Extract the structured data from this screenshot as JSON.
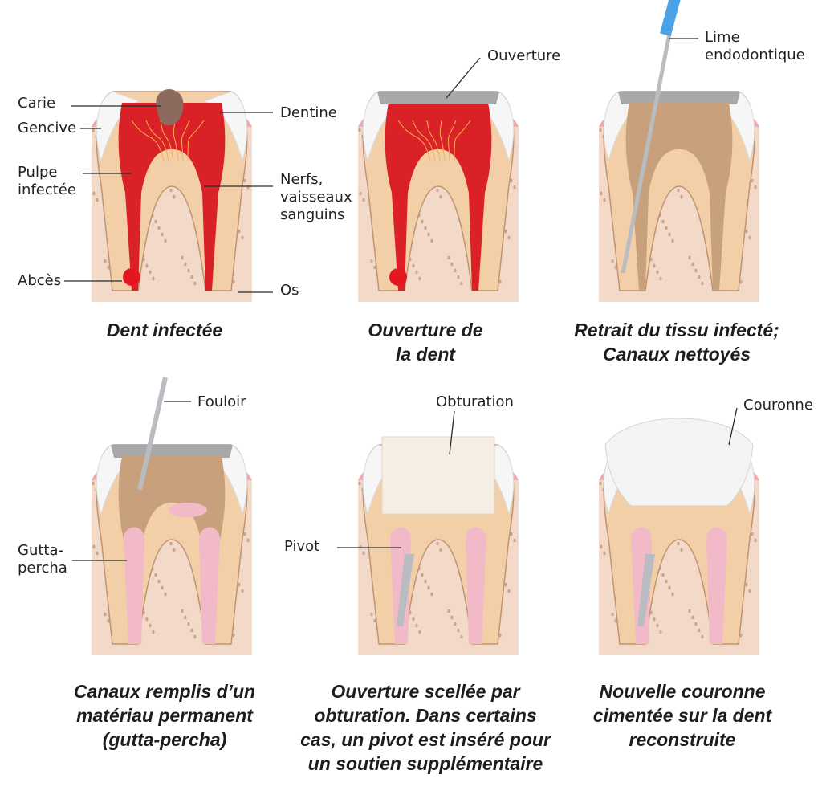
{
  "colors": {
    "bone": "#f2d9c8",
    "bone_dot": "#c9a58f",
    "gum": "#f2a6b6",
    "dentin": "#f3cfa8",
    "dentin_dark": "#c09372",
    "enamel": "#f6f6f6",
    "pulp_infected": "#d92127",
    "pulp_clean": "#f2b9c8",
    "opening": "#a8a8a8",
    "decay": "#8b6b5d",
    "abscess": "#e4161f",
    "filling": "#f6eee2",
    "crown": "#f4f4f4",
    "instrument": "#b9bcc0",
    "handle": "#4aa3e6"
  },
  "icons": {
    "file": "endodontic-file-icon",
    "plugger": "plugger-icon",
    "post": "post-icon",
    "crown": "crown-icon"
  },
  "panels": [
    {
      "id": "infected",
      "caption": "Dent infectée",
      "labels": {
        "carie": "Carie",
        "gencive": "Gencive",
        "pulpe": "Pulpe\ninfectée",
        "abces": "Abcès",
        "dentine": "Dentine",
        "nerfs": "Nerfs,\nvaisseaux\nsanguins",
        "os": "Os"
      }
    },
    {
      "id": "opening",
      "caption": "Ouverture de\nla dent",
      "labels": {
        "ouverture": "Ouverture"
      }
    },
    {
      "id": "cleaning",
      "caption": "Retrait du tissu infecté;\nCanaux nettoyés",
      "labels": {
        "lime": "Lime\nendodontique"
      }
    },
    {
      "id": "filling",
      "caption": "Canaux remplis d’un\nmatériau permanent\n(gutta-percha)",
      "labels": {
        "fouloir": "Fouloir",
        "gutta": "Gutta-\npercha"
      }
    },
    {
      "id": "sealing",
      "caption": "Ouverture scellée par\nobturation. Dans certains\ncas, un pivot est inséré pour\nun soutien supplémentaire",
      "labels": {
        "obturation": "Obturation",
        "pivot": "Pivot"
      }
    },
    {
      "id": "crown",
      "caption": "Nouvelle couronne\ncimentée sur la dent\nreconstruite",
      "labels": {
        "couronne": "Couronne"
      }
    }
  ]
}
